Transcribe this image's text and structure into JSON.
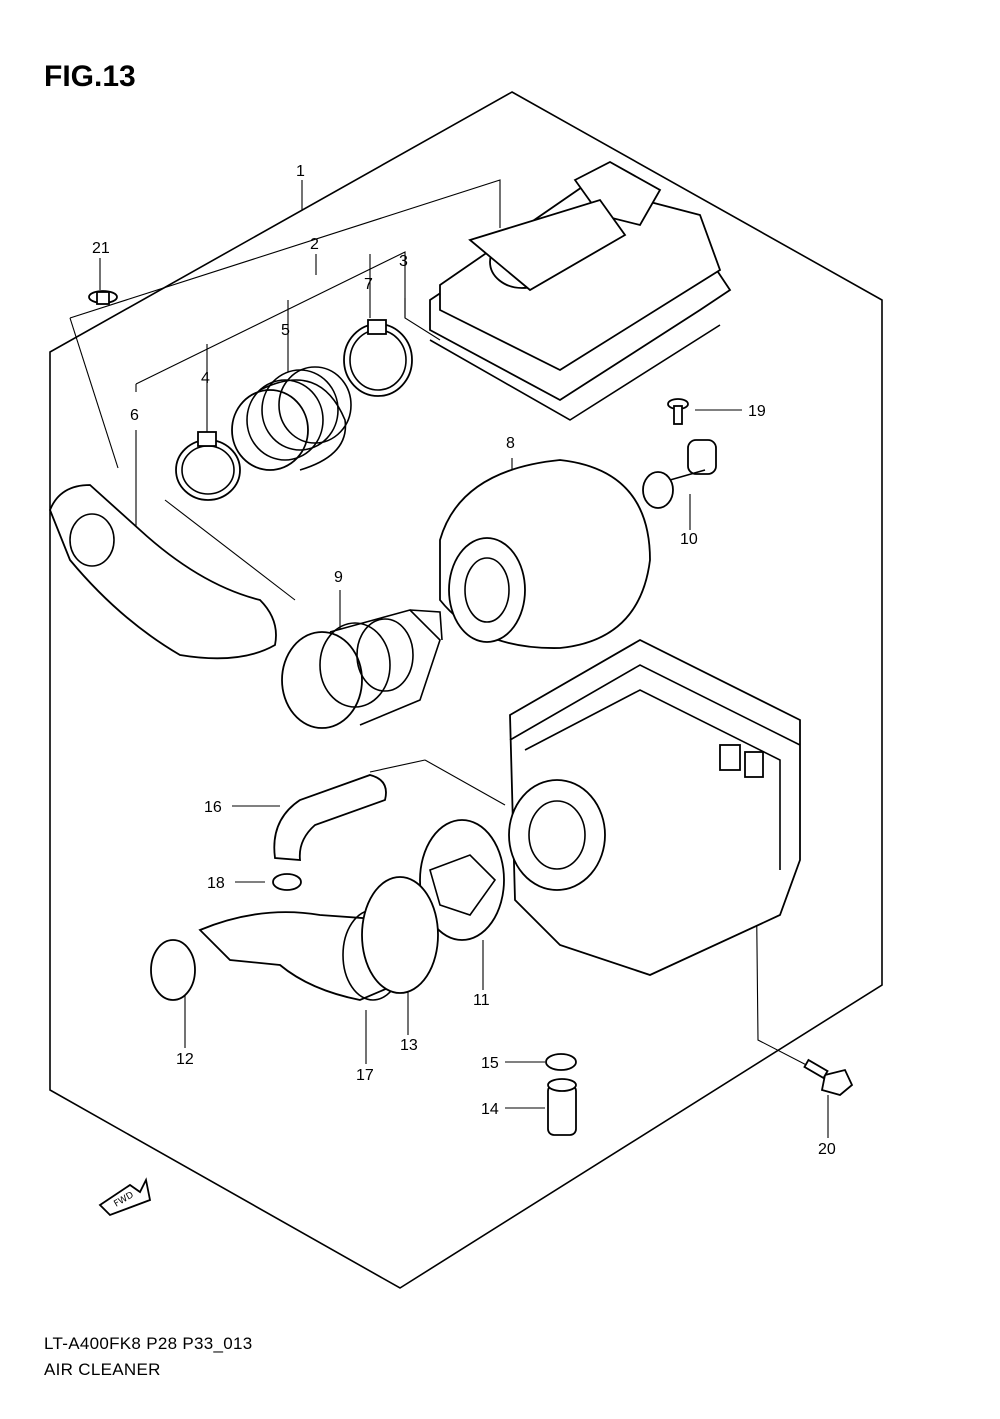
{
  "figure": {
    "title": "FIG.13",
    "model_code": "LT-A400FK8 P28 P33_013",
    "section_name": "AIR CLEANER",
    "fwd_label": "FWD"
  },
  "callouts": [
    {
      "id": "1",
      "label": "1"
    },
    {
      "id": "2",
      "label": "2"
    },
    {
      "id": "3",
      "label": "3"
    },
    {
      "id": "4",
      "label": "4"
    },
    {
      "id": "5",
      "label": "5"
    },
    {
      "id": "6",
      "label": "6"
    },
    {
      "id": "7",
      "label": "7"
    },
    {
      "id": "8",
      "label": "8"
    },
    {
      "id": "9",
      "label": "9"
    },
    {
      "id": "10",
      "label": "10"
    },
    {
      "id": "11",
      "label": "11"
    },
    {
      "id": "12",
      "label": "12"
    },
    {
      "id": "13",
      "label": "13"
    },
    {
      "id": "14",
      "label": "14"
    },
    {
      "id": "15",
      "label": "15"
    },
    {
      "id": "16",
      "label": "16"
    },
    {
      "id": "17",
      "label": "17"
    },
    {
      "id": "18",
      "label": "18"
    },
    {
      "id": "19",
      "label": "19"
    },
    {
      "id": "20",
      "label": "20"
    },
    {
      "id": "21",
      "label": "21"
    }
  ]
}
